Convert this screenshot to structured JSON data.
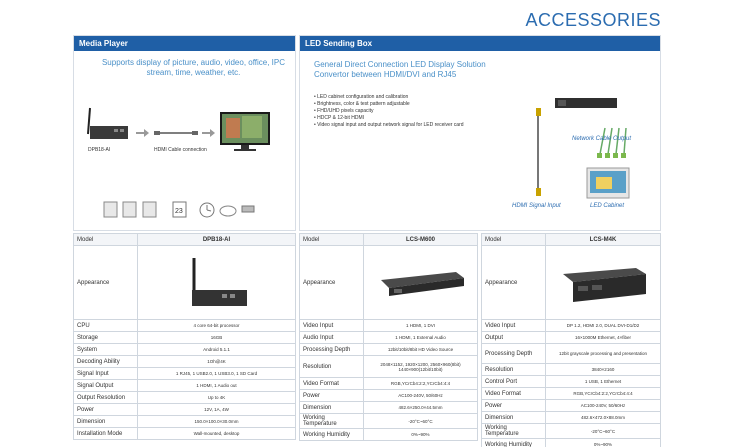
{
  "title": "ACCESSORIES",
  "media": {
    "header": "Media Player",
    "tagline": "Supports display of picture, audio, video, office, IPC stream, time, weather, etc.",
    "device_label": "DPB18-AI",
    "cable_label": "HDMI Cable connection"
  },
  "led": {
    "header": "LED Sending Box",
    "tagline": "General Direct Connection LED Display Solution Convertor between HDMI/DVI and RJ45",
    "bullets": [
      "LED cabinet configuration and calibration",
      "Brightness, color & test pattern adjustable",
      "FHD/UHD pixels capacity",
      "HDCP & 12-bit HDMI",
      "Video signal input and output network signal for LED receiver card"
    ],
    "hdmi_label": "HDMI Signal Input",
    "network_label": "Network Cable Output",
    "cabinet_label": "LED Cabinet"
  },
  "table1": {
    "model_label": "Model",
    "model": "DPB18-AI",
    "appearance": "Appearance",
    "rows": [
      [
        "CPU",
        "4 core 64-bit processor"
      ],
      [
        "Storage",
        "16GB"
      ],
      [
        "System",
        "Android 5.1.1"
      ],
      [
        "Decoding Ability",
        "1Oh@4K"
      ],
      [
        "Signal Input",
        "1 RJ45, 1 USB2.0, 1 USB3.0, 1 SD Card"
      ],
      [
        "Signal Output",
        "1 HDMI, 1 Audio out"
      ],
      [
        "Output Resolution",
        "Up to 4K"
      ],
      [
        "Power",
        "12V, 1A, 4W"
      ],
      [
        "Dimension",
        "150.0×100.0×30.0mm"
      ],
      [
        "Installation Mode",
        "Wall-mounted, desktop"
      ]
    ]
  },
  "table2": {
    "model_label": "Model",
    "model": "LCS-M600",
    "appearance": "Appearance",
    "rows": [
      [
        "Video Input",
        "1 HDMI, 1 DVI"
      ],
      [
        "Audio Input",
        "1 HDMI, 1 External Audio"
      ],
      [
        "Processing Depth",
        "12bit/10bit/8bit HD Video Source"
      ],
      [
        "Resolution",
        "2048×1152, 1920×1200, 2560×960(8bit) 1440×900(12bit/10bit)"
      ],
      [
        "Video Format",
        "RGB,YCrCb4:2:2,YCrCb4:4:4"
      ],
      [
        "Power",
        "AC100-240V, 50/60Hz"
      ],
      [
        "Dimension",
        "482.6×250.0×44.5mm"
      ],
      [
        "Working Temperature",
        "-20°C~60°C"
      ],
      [
        "Working Humidity",
        "0%~90%"
      ]
    ]
  },
  "table3": {
    "model_label": "Model",
    "model": "LCS-M4K",
    "appearance": "Appearance",
    "rows": [
      [
        "Video Input",
        "DP 1.2, HDMI 2.0, DUAL DVI-D1/D2"
      ],
      [
        "Output",
        "16×1000M Ethernet, 4×fiber"
      ],
      [
        "Processing Depth",
        "12bit grayscale processing and presentation"
      ],
      [
        "Resolution",
        "3840×2160"
      ],
      [
        "Control Port",
        "1 USB, 1 Ethernet"
      ],
      [
        "Video Format",
        "RGB,YCrCb4:2:2,YCrCb4:4:4"
      ],
      [
        "Power",
        "AC100-240V, 50/60Hz"
      ],
      [
        "Dimension",
        "482.6×472.0×88.0mm"
      ],
      [
        "Working Temperature",
        "-20°C~60°C"
      ],
      [
        "Working Humidity",
        "0%~90%"
      ]
    ]
  }
}
